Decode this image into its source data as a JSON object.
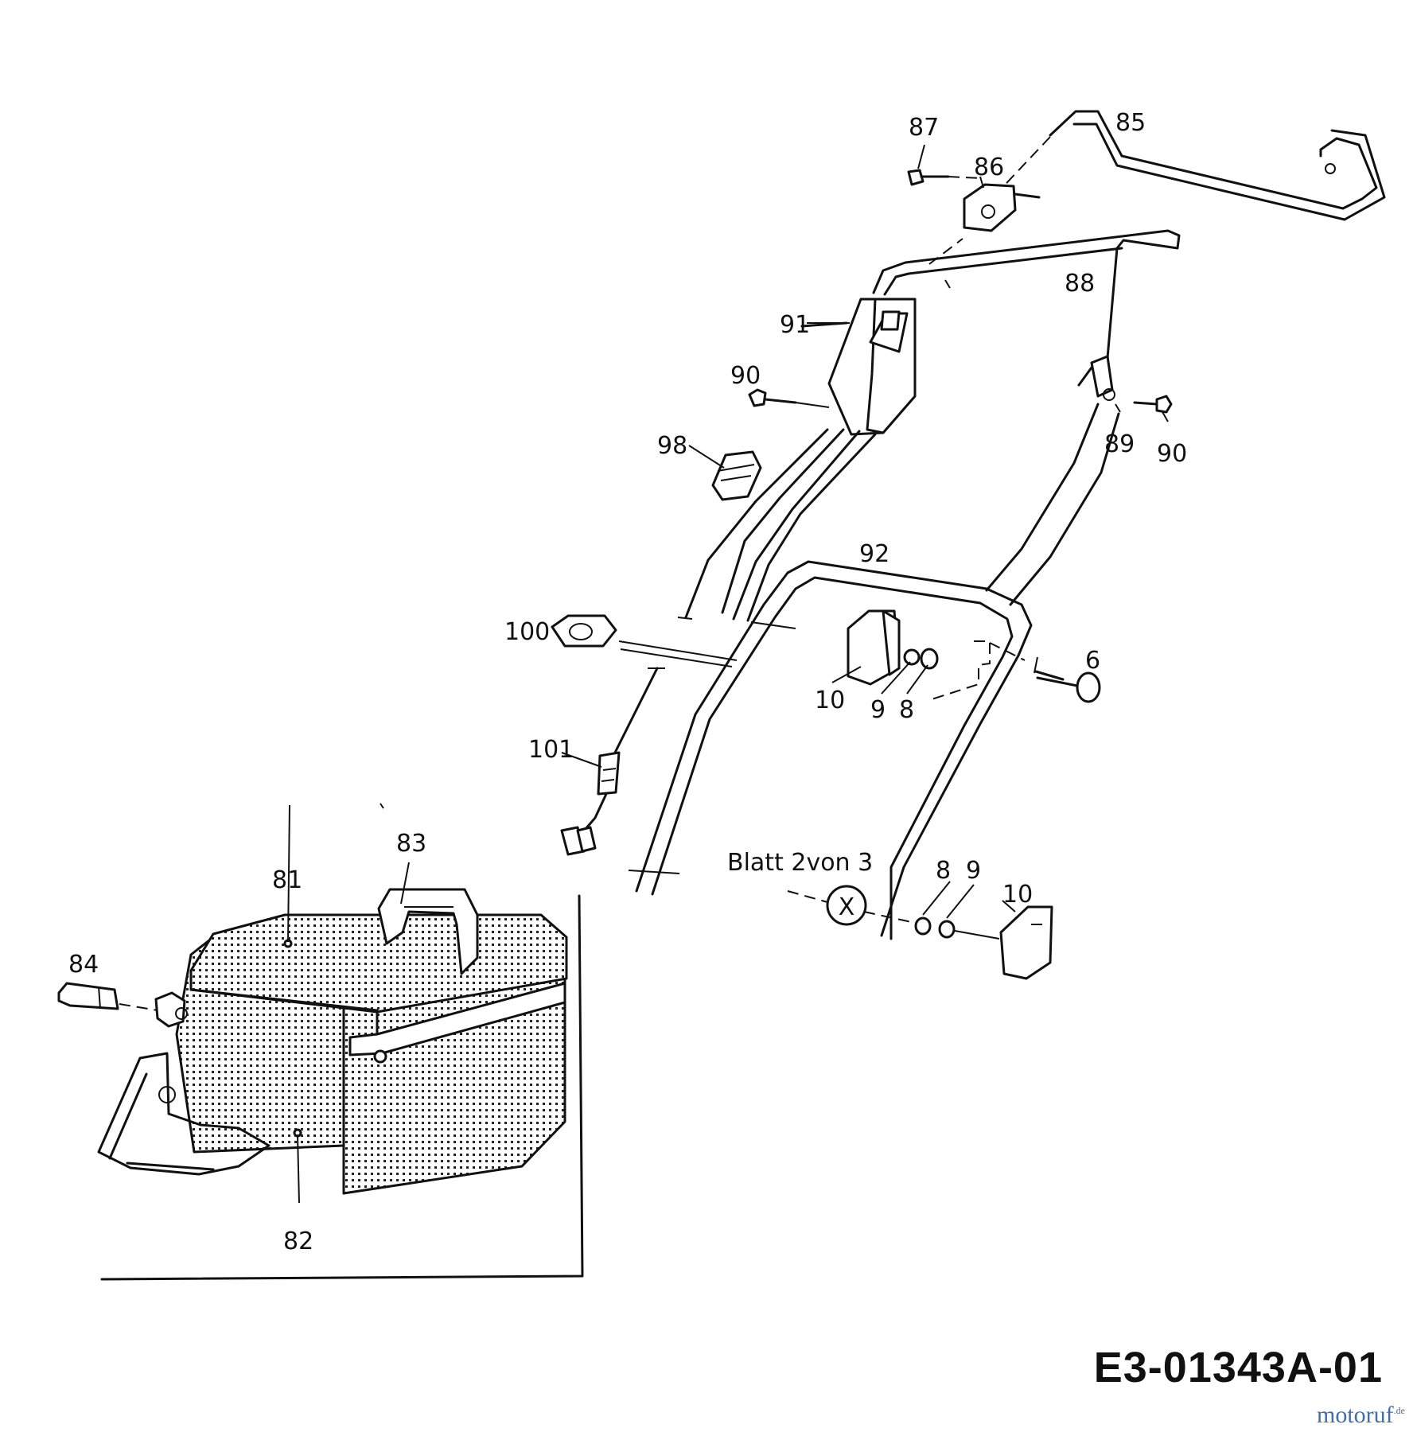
{
  "diagram": {
    "callouts": {
      "p85": "85",
      "p87": "87",
      "p86": "86",
      "p88": "88",
      "p91": "91",
      "p90a": "90",
      "p89": "89",
      "p90b": "90",
      "p98": "98",
      "p92": "92",
      "p100": "100",
      "p6": "6",
      "p10a": "10",
      "p9a": "9",
      "p8a": "8",
      "p101": "101",
      "p83": "83",
      "p81": "81",
      "p84": "84",
      "p82": "82",
      "p8b": "8",
      "p9b": "9",
      "p10b": "10"
    },
    "sheet_reference": "Blatt 2von 3",
    "sheet_marker": "X"
  },
  "drawing_code": "E3-01343A-01",
  "watermark": {
    "brand": "motoruf",
    "tld": ".de"
  },
  "colors": {
    "ink": "#111111",
    "background": "#ffffff",
    "watermark": "#3d6fb0"
  }
}
